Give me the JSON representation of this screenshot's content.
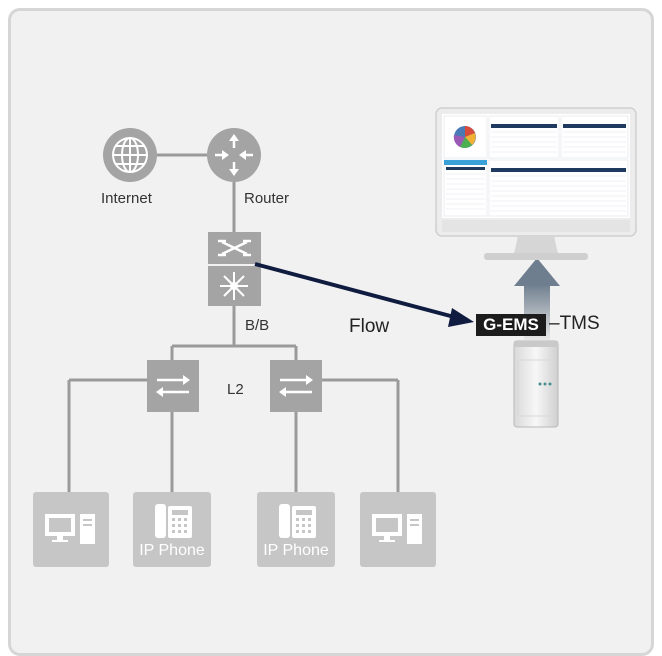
{
  "labels": {
    "internet": "Internet",
    "router": "Router",
    "backbone": "B/B",
    "l2": "L2",
    "flow": "Flow",
    "gems": "G-EMS",
    "tms": "–TMS",
    "ip_phone_1": "IP Phone",
    "ip_phone_2": "IP Phone"
  },
  "colors": {
    "device_gray": "#a4a4a4",
    "endpoint_gray": "#c6c6c6",
    "line_gray": "#9a9a9a",
    "arrow_navy": "#0f1c3f",
    "gems_bg": "#1c1c1c"
  },
  "icons": [
    "globe-icon",
    "router-icon",
    "switch-icon",
    "l3-switch-icon",
    "l2-switch-icon",
    "pc-icon",
    "phone-icon",
    "server-icon",
    "monitor-icon"
  ]
}
